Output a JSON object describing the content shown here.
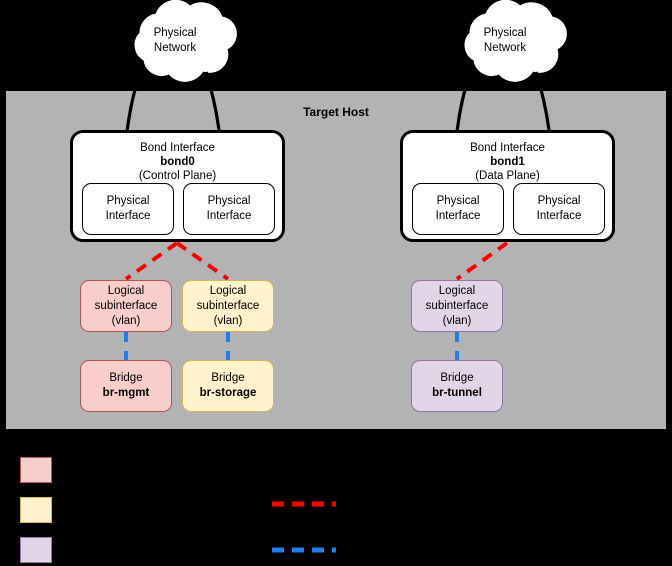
{
  "diagram": {
    "host": {
      "title": "Target Host"
    },
    "clouds": [
      {
        "id": "cloud-left",
        "line1": "Physical",
        "line2": "Network"
      },
      {
        "id": "cloud-right",
        "line1": "Physical",
        "line2": "Network"
      }
    ],
    "bonds": [
      {
        "id": "bond0",
        "title": "Bond Interface",
        "name": "bond0",
        "plane": "(Control Plane)",
        "interfaces": [
          {
            "line1": "Physical",
            "line2": "Interface"
          },
          {
            "line1": "Physical",
            "line2": "Interface"
          }
        ]
      },
      {
        "id": "bond1",
        "title": "Bond Interface",
        "name": "bond1",
        "plane": "(Data Plane)",
        "interfaces": [
          {
            "line1": "Physical",
            "line2": "Interface"
          },
          {
            "line1": "Physical",
            "line2": "Interface"
          }
        ]
      }
    ],
    "vlans": [
      {
        "id": "vlan-mgmt",
        "line1": "Logical",
        "line2": "subinterface",
        "line3": "(vlan)",
        "color": "pink"
      },
      {
        "id": "vlan-storage",
        "line1": "Logical",
        "line2": "subinterface",
        "line3": "(vlan)",
        "color": "yellow"
      },
      {
        "id": "vlan-tunnel",
        "line1": "Logical",
        "line2": "subinterface",
        "line3": "(vlan)",
        "color": "purple"
      }
    ],
    "bridges": [
      {
        "id": "br-mgmt",
        "label": "Bridge",
        "name": "br-mgmt",
        "color": "pink"
      },
      {
        "id": "br-storage",
        "label": "Bridge",
        "name": "br-storage",
        "color": "yellow"
      },
      {
        "id": "br-tunnel",
        "label": "Bridge",
        "name": "br-tunnel",
        "color": "purple"
      }
    ]
  },
  "legend": {
    "items": [
      {
        "id": "legend-mgmt",
        "swatch": "pink",
        "label": ""
      },
      {
        "id": "legend-storage",
        "swatch": "yellow",
        "label": ""
      },
      {
        "id": "legend-tunnel",
        "swatch": "purple",
        "label": ""
      }
    ],
    "lines": [
      {
        "id": "legend-vlan-trunk",
        "color": "#ff0000",
        "label": ""
      },
      {
        "id": "legend-bridge-attach",
        "color": "#1f7ded",
        "label": ""
      }
    ]
  },
  "colors": {
    "host_background": "#b3b3b3",
    "page_background": "#000000",
    "pink_fill": "#f8cecc",
    "pink_stroke": "#b85450",
    "yellow_fill": "#fff2cc",
    "yellow_stroke": "#d6b656",
    "purple_fill": "#e1d5e7",
    "purple_stroke": "#9673a6",
    "red_dash": "#ff0000",
    "blue_dash": "#1f7ded"
  }
}
